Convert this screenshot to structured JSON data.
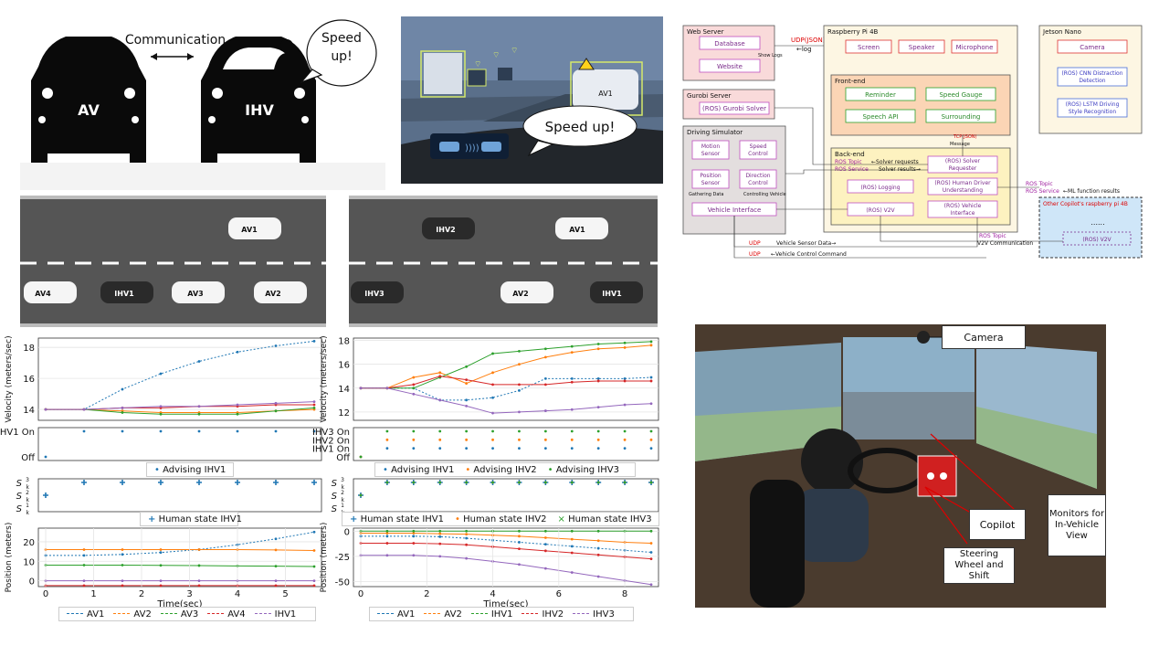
{
  "figure": {
    "top_left": {
      "communication_label": "Communication",
      "av_label": "AV",
      "ihv_label": "IHV",
      "bubble_text": "Speed up!"
    },
    "top_center": {
      "bubble_text": "Speed up!",
      "car_label": "AV1"
    },
    "architecture": {
      "web_server": {
        "title": "Web Server",
        "database": "Database",
        "website": "Website",
        "show_logs": "Show Logs"
      },
      "gurobi_server": {
        "title": "Gurobi Server",
        "solver": "(ROS) Gurobi Solver"
      },
      "driving_simulator": {
        "title": "Driving Simulator",
        "motion_sensor": "Motion Sensor",
        "speed_control": "Speed Control",
        "position_sensor": "Position Sensor",
        "direction_control": "Direction Control",
        "gathering_data": "Gathering Data",
        "controlling_vehicle": "Controlling Vehicle",
        "vehicle_interface": "Vehicle Interface"
      },
      "raspberry": {
        "title": "Raspberry Pi 4B",
        "screen": "Screen",
        "speaker": "Speaker",
        "microphone": "Microphone"
      },
      "front_end": {
        "title": "Front-end",
        "reminder": "Reminder",
        "speed_gauge": "Speed Gauge",
        "speech_api": "Speech API",
        "surrounding": "Surrounding"
      },
      "back_end": {
        "title": "Back-end",
        "solver_requester": "(ROS) Solver Requester",
        "logging": "(ROS) Logging",
        "hdu": "(ROS) Human Driver Understanding",
        "v2v": "(ROS) V2V",
        "vehicle_interface": "(ROS) Vehicle Interface"
      },
      "jetson": {
        "title": "Jetson Nano",
        "camera": "Camera",
        "cnn": "(ROS) CNN Distraction Detection",
        "lstm": "(ROS) LSTM Driving Style Recognition"
      },
      "other": {
        "title": "Other Copilot's raspberry pi 4B",
        "dots": "......",
        "v2v": "(ROS) V2V"
      },
      "annotations": {
        "udp_json": "UDP(JSON)",
        "log": "←log",
        "tcp_json": "TCP(JSON)",
        "message": "Message",
        "ros_topic": "ROS Topic",
        "ros_service": "ROS Service",
        "solver_requests": "←Solver requests",
        "solver_results": "Solver results→",
        "ml_results": "←ML function results",
        "v2v_comm": "V2V Communication",
        "udp": "UDP",
        "vehicle_sensor_data": "Vehicle Sensor Data→",
        "vehicle_control_cmd": "←Vehicle Control Command"
      }
    },
    "photo_labels": {
      "camera": "Camera",
      "copilot": "Copilot",
      "steering": "Steering Wheel and Shift",
      "monitors": "Monitors for In-Vehicle View"
    },
    "road_left": {
      "cars": [
        "AV1",
        "AV4",
        "IHV1",
        "AV3",
        "AV2"
      ]
    },
    "road_right": {
      "cars": [
        "IHV2",
        "AV1",
        "IHV3",
        "AV2",
        "IHV1"
      ]
    },
    "colors": {
      "AV1": "#1f77b4",
      "AV2": "#ff7f0e",
      "AV3": "#2ca02c",
      "AV4": "#d62728",
      "IHV1": "#9467bd",
      "IHV1_right": "#2ca02c",
      "IHV2": "#d62728",
      "IHV3": "#9467bd"
    }
  },
  "chart_data": [
    {
      "type": "line",
      "ylabel": "Velocity (meters/sec)",
      "xlim": [
        0,
        5.6
      ],
      "ylim": [
        13.3,
        18.6
      ],
      "yticks": [
        "14",
        "16",
        "18"
      ],
      "x": [
        0,
        0.8,
        1.6,
        2.4,
        3.2,
        4.0,
        4.8,
        5.6
      ],
      "series": [
        {
          "name": "AV1",
          "values": [
            14.0,
            14.0,
            15.3,
            16.3,
            17.1,
            17.7,
            18.1,
            18.4
          ]
        },
        {
          "name": "AV2",
          "values": [
            14.0,
            14.0,
            13.9,
            13.8,
            13.8,
            13.8,
            13.9,
            14.0
          ]
        },
        {
          "name": "AV3",
          "values": [
            14.0,
            14.0,
            13.8,
            13.7,
            13.7,
            13.7,
            13.9,
            14.1
          ]
        },
        {
          "name": "AV4",
          "values": [
            14.0,
            14.0,
            14.1,
            14.1,
            14.2,
            14.2,
            14.3,
            14.3
          ]
        },
        {
          "name": "IHV1",
          "values": [
            14.0,
            14.0,
            14.1,
            14.2,
            14.2,
            14.3,
            14.4,
            14.5
          ]
        }
      ]
    },
    {
      "type": "scatter",
      "yticklabels": [
        "IHV1 On",
        "Off"
      ],
      "legend": [
        "Advising IHV1"
      ],
      "x": [
        0,
        0.8,
        1.6,
        2.4,
        3.2,
        4.0,
        4.8,
        5.6
      ],
      "series": [
        {
          "name": "Advising IHV1",
          "values": [
            0,
            1,
            1,
            1,
            1,
            1,
            1,
            1
          ]
        }
      ]
    },
    {
      "type": "scatter",
      "yticklabels": [
        "S_k^3",
        "S_k^2",
        "S_k^1"
      ],
      "legend": [
        "Human state IHV1"
      ],
      "x": [
        0,
        0.8,
        1.6,
        2.4,
        3.2,
        4.0,
        4.8,
        5.6
      ],
      "series": [
        {
          "name": "Human state IHV1",
          "values": [
            2,
            3,
            3,
            3,
            3,
            3,
            3,
            3
          ]
        }
      ]
    },
    {
      "type": "line",
      "xlabel": "Time(sec)",
      "ylabel": "Position (meters)",
      "xlim": [
        0,
        5.6
      ],
      "ylim": [
        -3,
        27
      ],
      "xticks": [
        "0",
        "1",
        "2",
        "3",
        "4",
        "5"
      ],
      "yticks": [
        "0",
        "10",
        "20"
      ],
      "x": [
        0,
        0.8,
        1.6,
        2.4,
        3.2,
        4.0,
        4.8,
        5.6
      ],
      "series": [
        {
          "name": "AV1",
          "values": [
            13,
            13,
            13.5,
            14.5,
            16,
            18.5,
            21.5,
            25
          ]
        },
        {
          "name": "AV2",
          "values": [
            16,
            16,
            16,
            16,
            16,
            16,
            15.8,
            15.5
          ]
        },
        {
          "name": "AV3",
          "values": [
            8,
            8,
            8,
            7.9,
            7.8,
            7.6,
            7.5,
            7.3
          ]
        },
        {
          "name": "AV4",
          "values": [
            -2.5,
            -2.5,
            -2.5,
            -2.5,
            -2.5,
            -2.5,
            -2.5,
            -2.5
          ]
        },
        {
          "name": "IHV1",
          "values": [
            0,
            0,
            0,
            0,
            0,
            0,
            0,
            0
          ]
        }
      ],
      "legend": [
        "AV1",
        "AV2",
        "AV3",
        "AV4",
        "IHV1"
      ]
    },
    {
      "type": "line",
      "ylabel": "Velocity (meters/sec)",
      "xlim": [
        0,
        8.8
      ],
      "ylim": [
        11.3,
        18.2
      ],
      "yticks": [
        "12",
        "14",
        "16",
        "18"
      ],
      "x": [
        0,
        0.8,
        1.6,
        2.4,
        3.2,
        4.0,
        4.8,
        5.6,
        6.4,
        7.2,
        8.0,
        8.8
      ],
      "series": [
        {
          "name": "AV1",
          "values": [
            14,
            14,
            14,
            13,
            13,
            13.2,
            13.8,
            14.8,
            14.8,
            14.8,
            14.8,
            14.9
          ]
        },
        {
          "name": "AV2",
          "values": [
            14,
            14,
            14.9,
            15.3,
            14.4,
            15.3,
            16.0,
            16.6,
            17.0,
            17.3,
            17.4,
            17.6
          ]
        },
        {
          "name": "IHV1",
          "values": [
            14,
            14,
            14.0,
            14.9,
            15.8,
            16.9,
            17.1,
            17.3,
            17.5,
            17.7,
            17.8,
            17.9
          ]
        },
        {
          "name": "IHV2",
          "values": [
            14,
            14,
            14.3,
            15.0,
            14.7,
            14.3,
            14.3,
            14.3,
            14.5,
            14.6,
            14.6,
            14.6
          ]
        },
        {
          "name": "IHV3",
          "values": [
            14,
            14,
            13.5,
            13.0,
            12.5,
            11.9,
            12.0,
            12.1,
            12.2,
            12.4,
            12.6,
            12.7
          ]
        }
      ]
    },
    {
      "type": "scatter",
      "yticklabels": [
        "IHV3 On",
        "IHV2 On",
        "IHV1 On",
        "Off"
      ],
      "legend": [
        "Advising IHV1",
        "Advising IHV2",
        "Advising IHV3"
      ],
      "x": [
        0,
        0.8,
        1.6,
        2.4,
        3.2,
        4.0,
        4.8,
        5.6,
        6.4,
        7.2,
        8.0,
        8.8
      ],
      "series": [
        {
          "name": "Advising IHV1",
          "values": [
            0,
            1,
            1,
            1,
            1,
            1,
            1,
            1,
            1,
            1,
            1,
            1
          ]
        },
        {
          "name": "Advising IHV2",
          "values": [
            0,
            2,
            2,
            2,
            2,
            2,
            2,
            2,
            2,
            2,
            2,
            2
          ]
        },
        {
          "name": "Advising IHV3",
          "values": [
            0,
            3,
            3,
            3,
            3,
            3,
            3,
            3,
            3,
            3,
            3,
            3
          ]
        }
      ]
    },
    {
      "type": "scatter",
      "yticklabels": [
        "S_k^3",
        "S_k^2",
        "S_k^1"
      ],
      "legend": [
        "Human state IHV1",
        "Human state IHV2",
        "Human state IHV3"
      ],
      "x": [
        0,
        0.8,
        1.6,
        2.4,
        3.2,
        4.0,
        4.8,
        5.6,
        6.4,
        7.2,
        8.0,
        8.8
      ],
      "series": [
        {
          "name": "Human state IHV1",
          "values": [
            2,
            3,
            3,
            3,
            3,
            3,
            3,
            3,
            3,
            3,
            3,
            3
          ]
        },
        {
          "name": "Human state IHV2",
          "values": [
            2,
            3,
            3,
            3,
            3,
            3,
            3,
            3,
            3,
            3,
            3,
            3
          ]
        },
        {
          "name": "Human state IHV3",
          "values": [
            2,
            3,
            3,
            3,
            3,
            3,
            3,
            3,
            3,
            3,
            3,
            3
          ]
        }
      ]
    },
    {
      "type": "line",
      "xlabel": "Time(sec)",
      "ylabel": "Position (meters)",
      "xlim": [
        0,
        8.8
      ],
      "ylim": [
        -55,
        3
      ],
      "xticks": [
        "0",
        "2",
        "4",
        "6",
        "8"
      ],
      "yticks": [
        "0",
        "-25",
        "-50"
      ],
      "x": [
        0,
        0.8,
        1.6,
        2.4,
        3.2,
        4.0,
        4.8,
        5.6,
        6.4,
        7.2,
        8.0,
        8.8
      ],
      "series": [
        {
          "name": "AV1",
          "values": [
            -5,
            -5,
            -5,
            -5.5,
            -7,
            -9,
            -11,
            -13,
            -15,
            -17,
            -19,
            -21
          ]
        },
        {
          "name": "AV2",
          "values": [
            -2,
            -2,
            -2,
            -2.5,
            -3,
            -4,
            -5,
            -6.5,
            -8,
            -9.5,
            -11,
            -12
          ]
        },
        {
          "name": "IHV1",
          "values": [
            0,
            0,
            0,
            0,
            0,
            0,
            0,
            0,
            0,
            0,
            0,
            0
          ]
        },
        {
          "name": "IHV2",
          "values": [
            -12,
            -12,
            -12,
            -12.5,
            -13.5,
            -15.5,
            -17.5,
            -19.5,
            -21.5,
            -23.5,
            -25.5,
            -27.5
          ]
        },
        {
          "name": "IHV3",
          "values": [
            -24,
            -24,
            -24,
            -25,
            -27,
            -30,
            -33,
            -37,
            -41,
            -45,
            -49,
            -53
          ]
        }
      ],
      "legend": [
        "AV1",
        "AV2",
        "IHV1",
        "IHV2",
        "IHV3"
      ]
    }
  ]
}
